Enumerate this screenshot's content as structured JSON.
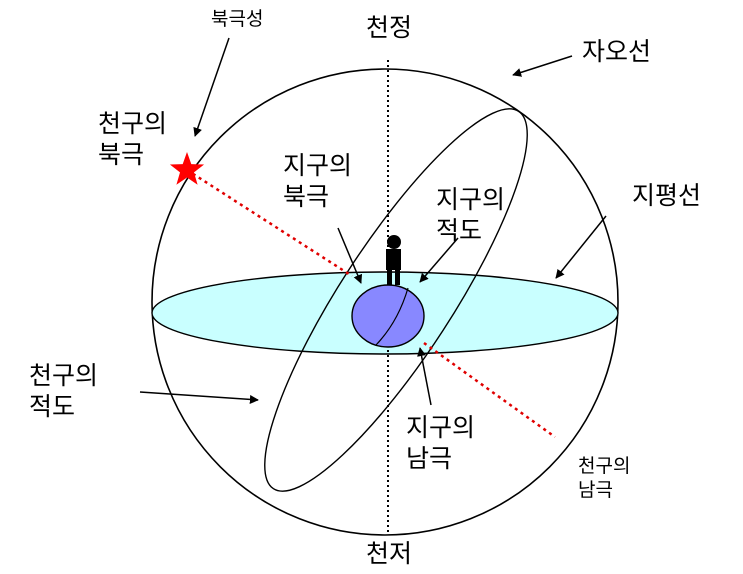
{
  "labels": {
    "zenith": "천정",
    "nadir": "천저",
    "vertical_circle": "자오선",
    "north_star": "북극성",
    "celestial_north_pole": "천구의 북극",
    "celestial_south_pole": "천구의 남극",
    "earth_north_pole": "지구의 북극",
    "earth_equator": "지구의 적도",
    "earth_south_pole": "지구의 남극",
    "horizon": "지평선",
    "celestial_equator": "천구의 적도"
  },
  "colors": {
    "sphere_outline": "#000000",
    "horizon_fill": "#c9ffff",
    "earth_fill": "#8888ff",
    "axis_dotted": "#e00000",
    "star": "#ff0000"
  }
}
